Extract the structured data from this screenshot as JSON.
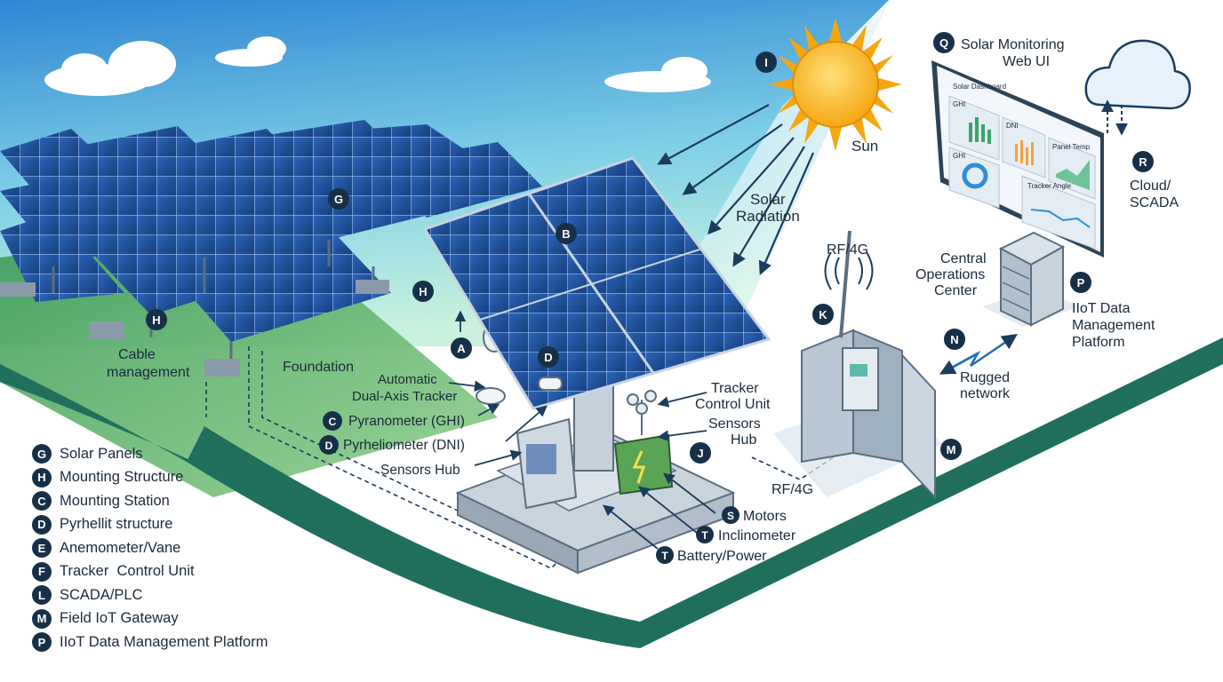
{
  "diagram": {
    "labels": {
      "sun": "Sun",
      "solar_radiation": [
        "Solar",
        "Radiation"
      ],
      "automatic_tracker": [
        "Automatic",
        "Dual-Axis Tracker"
      ],
      "pyranometer": "Pyranometer (GHI)",
      "pyrheliometer": "Pyrheliometer (DNI)",
      "sensors_hub_left": "Sensors Hub",
      "tracker_control_unit": [
        "Tracker",
        "Control Unit"
      ],
      "sensors_hub_right": [
        "Sensors",
        "Hub"
      ],
      "motors": "Motors",
      "inclinometer": "Inclinometer",
      "battery_power": "Battery/Power",
      "cable_management": [
        "Cable",
        "management"
      ],
      "foundation": "Foundation",
      "rf4g_top": "RF/4G",
      "rf4g_bottom": "RF/4G",
      "rugged_network": [
        "Rugged",
        "network"
      ],
      "central_operations": [
        "Central",
        "Operations",
        "Center"
      ],
      "iiot_platform": [
        "IIoT Data",
        "Management",
        "Platform"
      ],
      "cloud_scada": [
        "Cloud/",
        "SCADA"
      ],
      "web_ui": [
        "Solar Monitoring",
        "Web UI"
      ]
    },
    "badges": {
      "sun": "I",
      "web_ui": "Q",
      "cloud": "R",
      "panels_g": "G",
      "panel_b": "B",
      "h_right": "H",
      "h_left": "H",
      "a": "A",
      "d": "D",
      "c": "C",
      "d2": "D",
      "j": "J",
      "k": "K",
      "n": "N",
      "m": "M",
      "p": "P",
      "s": "S",
      "t1": "T",
      "t2": "T"
    },
    "dashboard": {
      "title": "Solar Dashboard",
      "panels": [
        "GHI",
        "DNI",
        "Panel Temp",
        "GHI",
        "Tracker Angle"
      ]
    }
  },
  "legend": [
    {
      "letter": "G",
      "text": "Solar Panels"
    },
    {
      "letter": "H",
      "text": "Mounting Structure"
    },
    {
      "letter": "C",
      "text": "Mounting Station"
    },
    {
      "letter": "D",
      "text": "Pyrhellit structure"
    },
    {
      "letter": "E",
      "text": "Anemometer/Vane"
    },
    {
      "letter": "F",
      "text": "Tracker  Control Unit"
    },
    {
      "letter": "L",
      "text": "SCADA/PLC"
    },
    {
      "letter": "M",
      "text": "Field IoT Gateway"
    },
    {
      "letter": "P",
      "text": "IIoT Data Management Platform"
    }
  ],
  "colors": {
    "sky_top": "#3a8fd6",
    "sky_bottom": "#b9ecd9",
    "grass": "#5fb86a",
    "ground_edge": "#1f6f5c",
    "panel": "#1f4e9a",
    "badge": "#173048",
    "sun": "#f7b917"
  }
}
